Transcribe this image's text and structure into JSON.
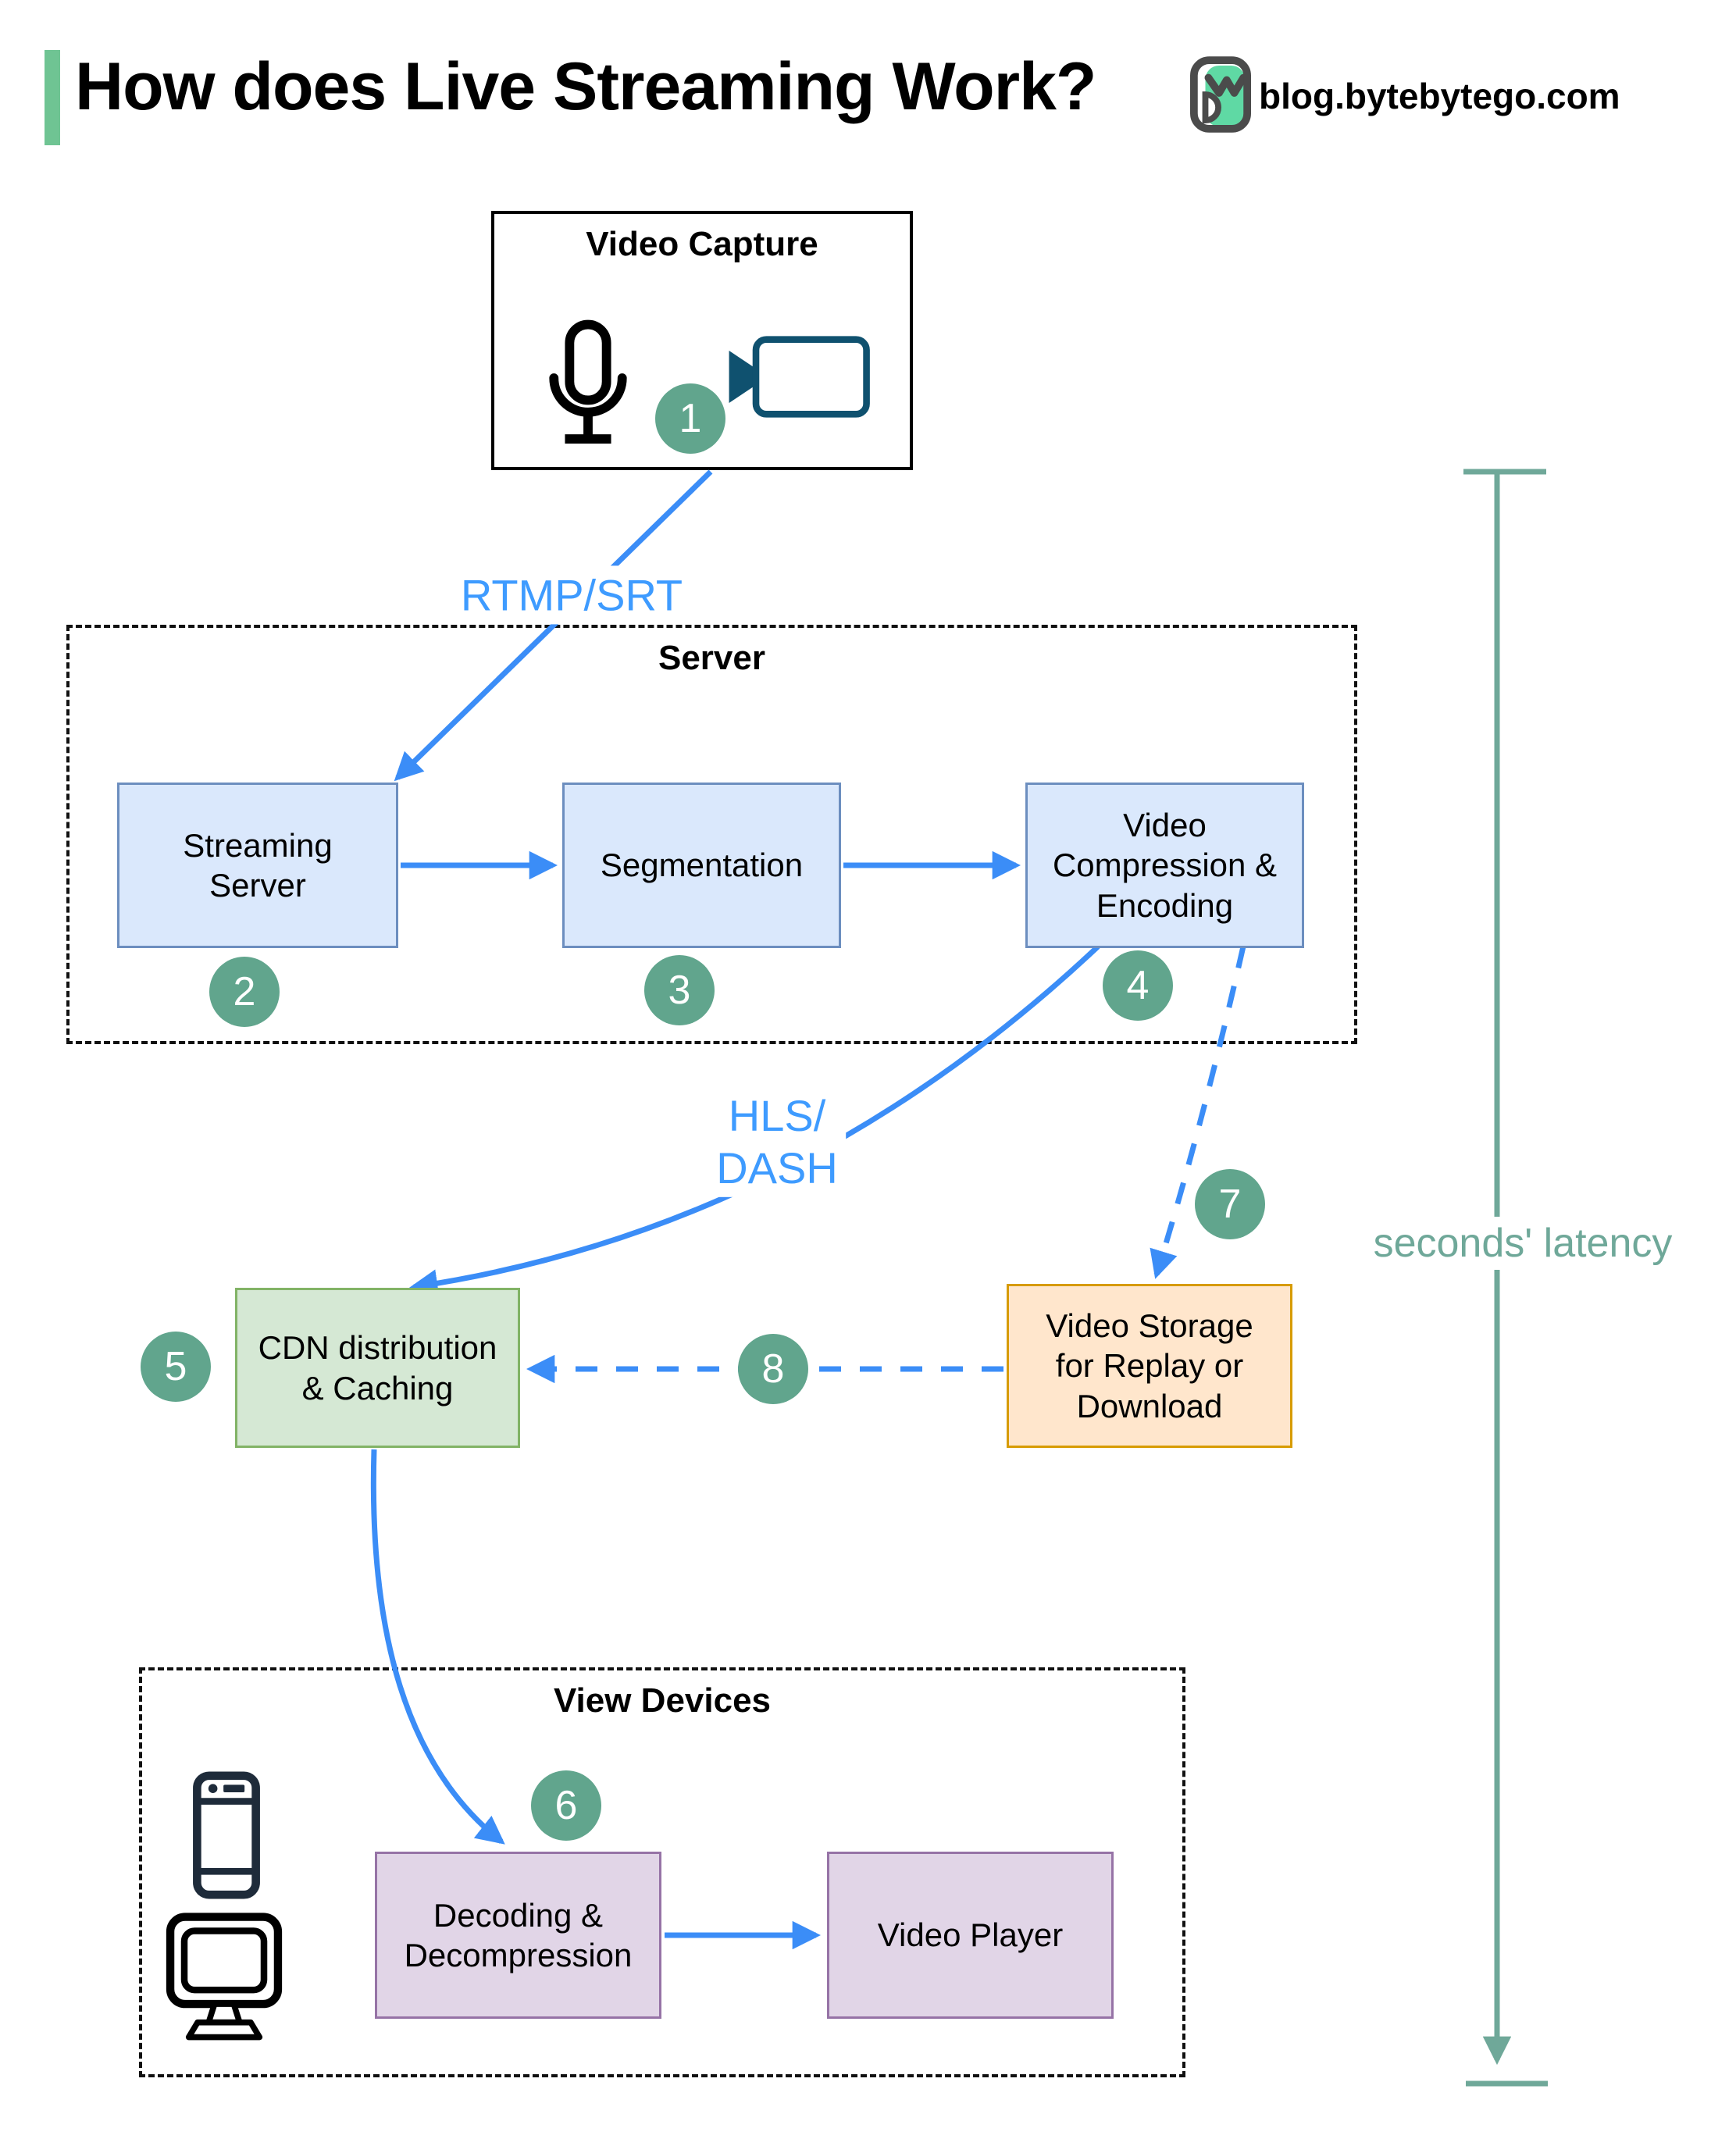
{
  "header": {
    "title": "How does Live Streaming Work?",
    "brand": "blog.bytebytego.com"
  },
  "colors": {
    "accent_green_bar": "#6fc493",
    "arrow_blue": "#3b8df7",
    "protocol_label_blue": "#3e9bff",
    "step_circle_green": "#61a58d",
    "latency_teal": "#6fa899",
    "box_blue_fill": "#dae8fc",
    "box_blue_border": "#6c8ebf",
    "box_green_fill": "#d5e8d4",
    "box_green_border": "#82b366",
    "box_orange_fill": "#ffe6cc",
    "box_orange_border": "#d79b00",
    "box_purple_fill": "#e1d5e7",
    "box_purple_border": "#9673a6",
    "camera_icon_color": "#0f516f",
    "logo_green": "#5fd9a4"
  },
  "groups": {
    "video_capture": {
      "title": "Video Capture"
    },
    "server": {
      "title": "Server"
    },
    "view_devices": {
      "title": "View Devices"
    }
  },
  "nodes": {
    "streaming_server": {
      "label": "Streaming\nServer"
    },
    "segmentation": {
      "label": "Segmentation"
    },
    "video_compression": {
      "label": "Video\nCompression &\nEncoding"
    },
    "cdn": {
      "label": "CDN distribution\n& Caching"
    },
    "video_storage": {
      "label": "Video Storage\nfor Replay or\nDownload"
    },
    "decoding": {
      "label": "Decoding &\nDecompression"
    },
    "video_player": {
      "label": "Video Player"
    }
  },
  "edges": {
    "capture_to_server_protocol": "RTMP/SRT",
    "server_to_cdn_protocol": "HLS/\nDASH",
    "latency_label": "seconds' latency"
  },
  "steps": [
    "1",
    "2",
    "3",
    "4",
    "5",
    "6",
    "7",
    "8"
  ]
}
